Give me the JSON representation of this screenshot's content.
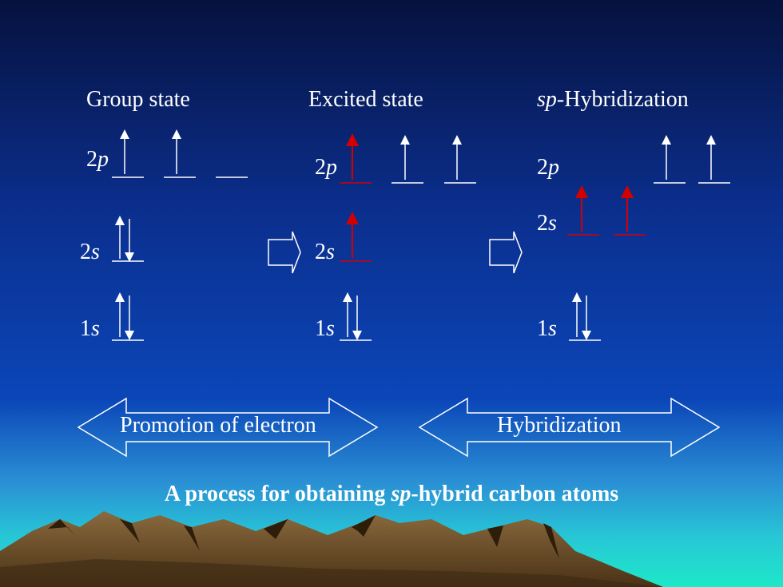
{
  "columns": [
    {
      "title": "Group state",
      "title_italic": "",
      "title_rest": ""
    },
    {
      "title": "Excited state",
      "title_italic": "",
      "title_rest": ""
    },
    {
      "title": "",
      "title_italic": "sp",
      "title_rest": "-Hybridization"
    }
  ],
  "orbital_labels": {
    "ground": {
      "p": {
        "num": "2",
        "sym": "p"
      },
      "s2": {
        "num": "2",
        "sym": "s"
      },
      "s1": {
        "num": "1",
        "sym": "s"
      }
    },
    "excited": {
      "p": {
        "num": "2",
        "sym": "p"
      },
      "s2": {
        "num": "2",
        "sym": "s"
      },
      "s1": {
        "num": "1",
        "sym": "s"
      }
    },
    "hybrid": {
      "p": {
        "num": "2",
        "sym": "p"
      },
      "s2": {
        "num": "2",
        "sym": "s"
      },
      "s1": {
        "num": "1",
        "sym": "s"
      }
    }
  },
  "process_arrows": {
    "promotion": "Promotion of electron",
    "hybridization": "Hybridization"
  },
  "caption": {
    "before": "A process for obtaining ",
    "italic": "sp",
    "after": "-hybrid carbon atoms"
  },
  "colors": {
    "highlight": "#d40000",
    "normal": "#ffffff",
    "sky_top": "#06123e",
    "sky_mid": "#0a3aa8",
    "sea": "#1de8c8",
    "mountain": "#6b4a22"
  }
}
